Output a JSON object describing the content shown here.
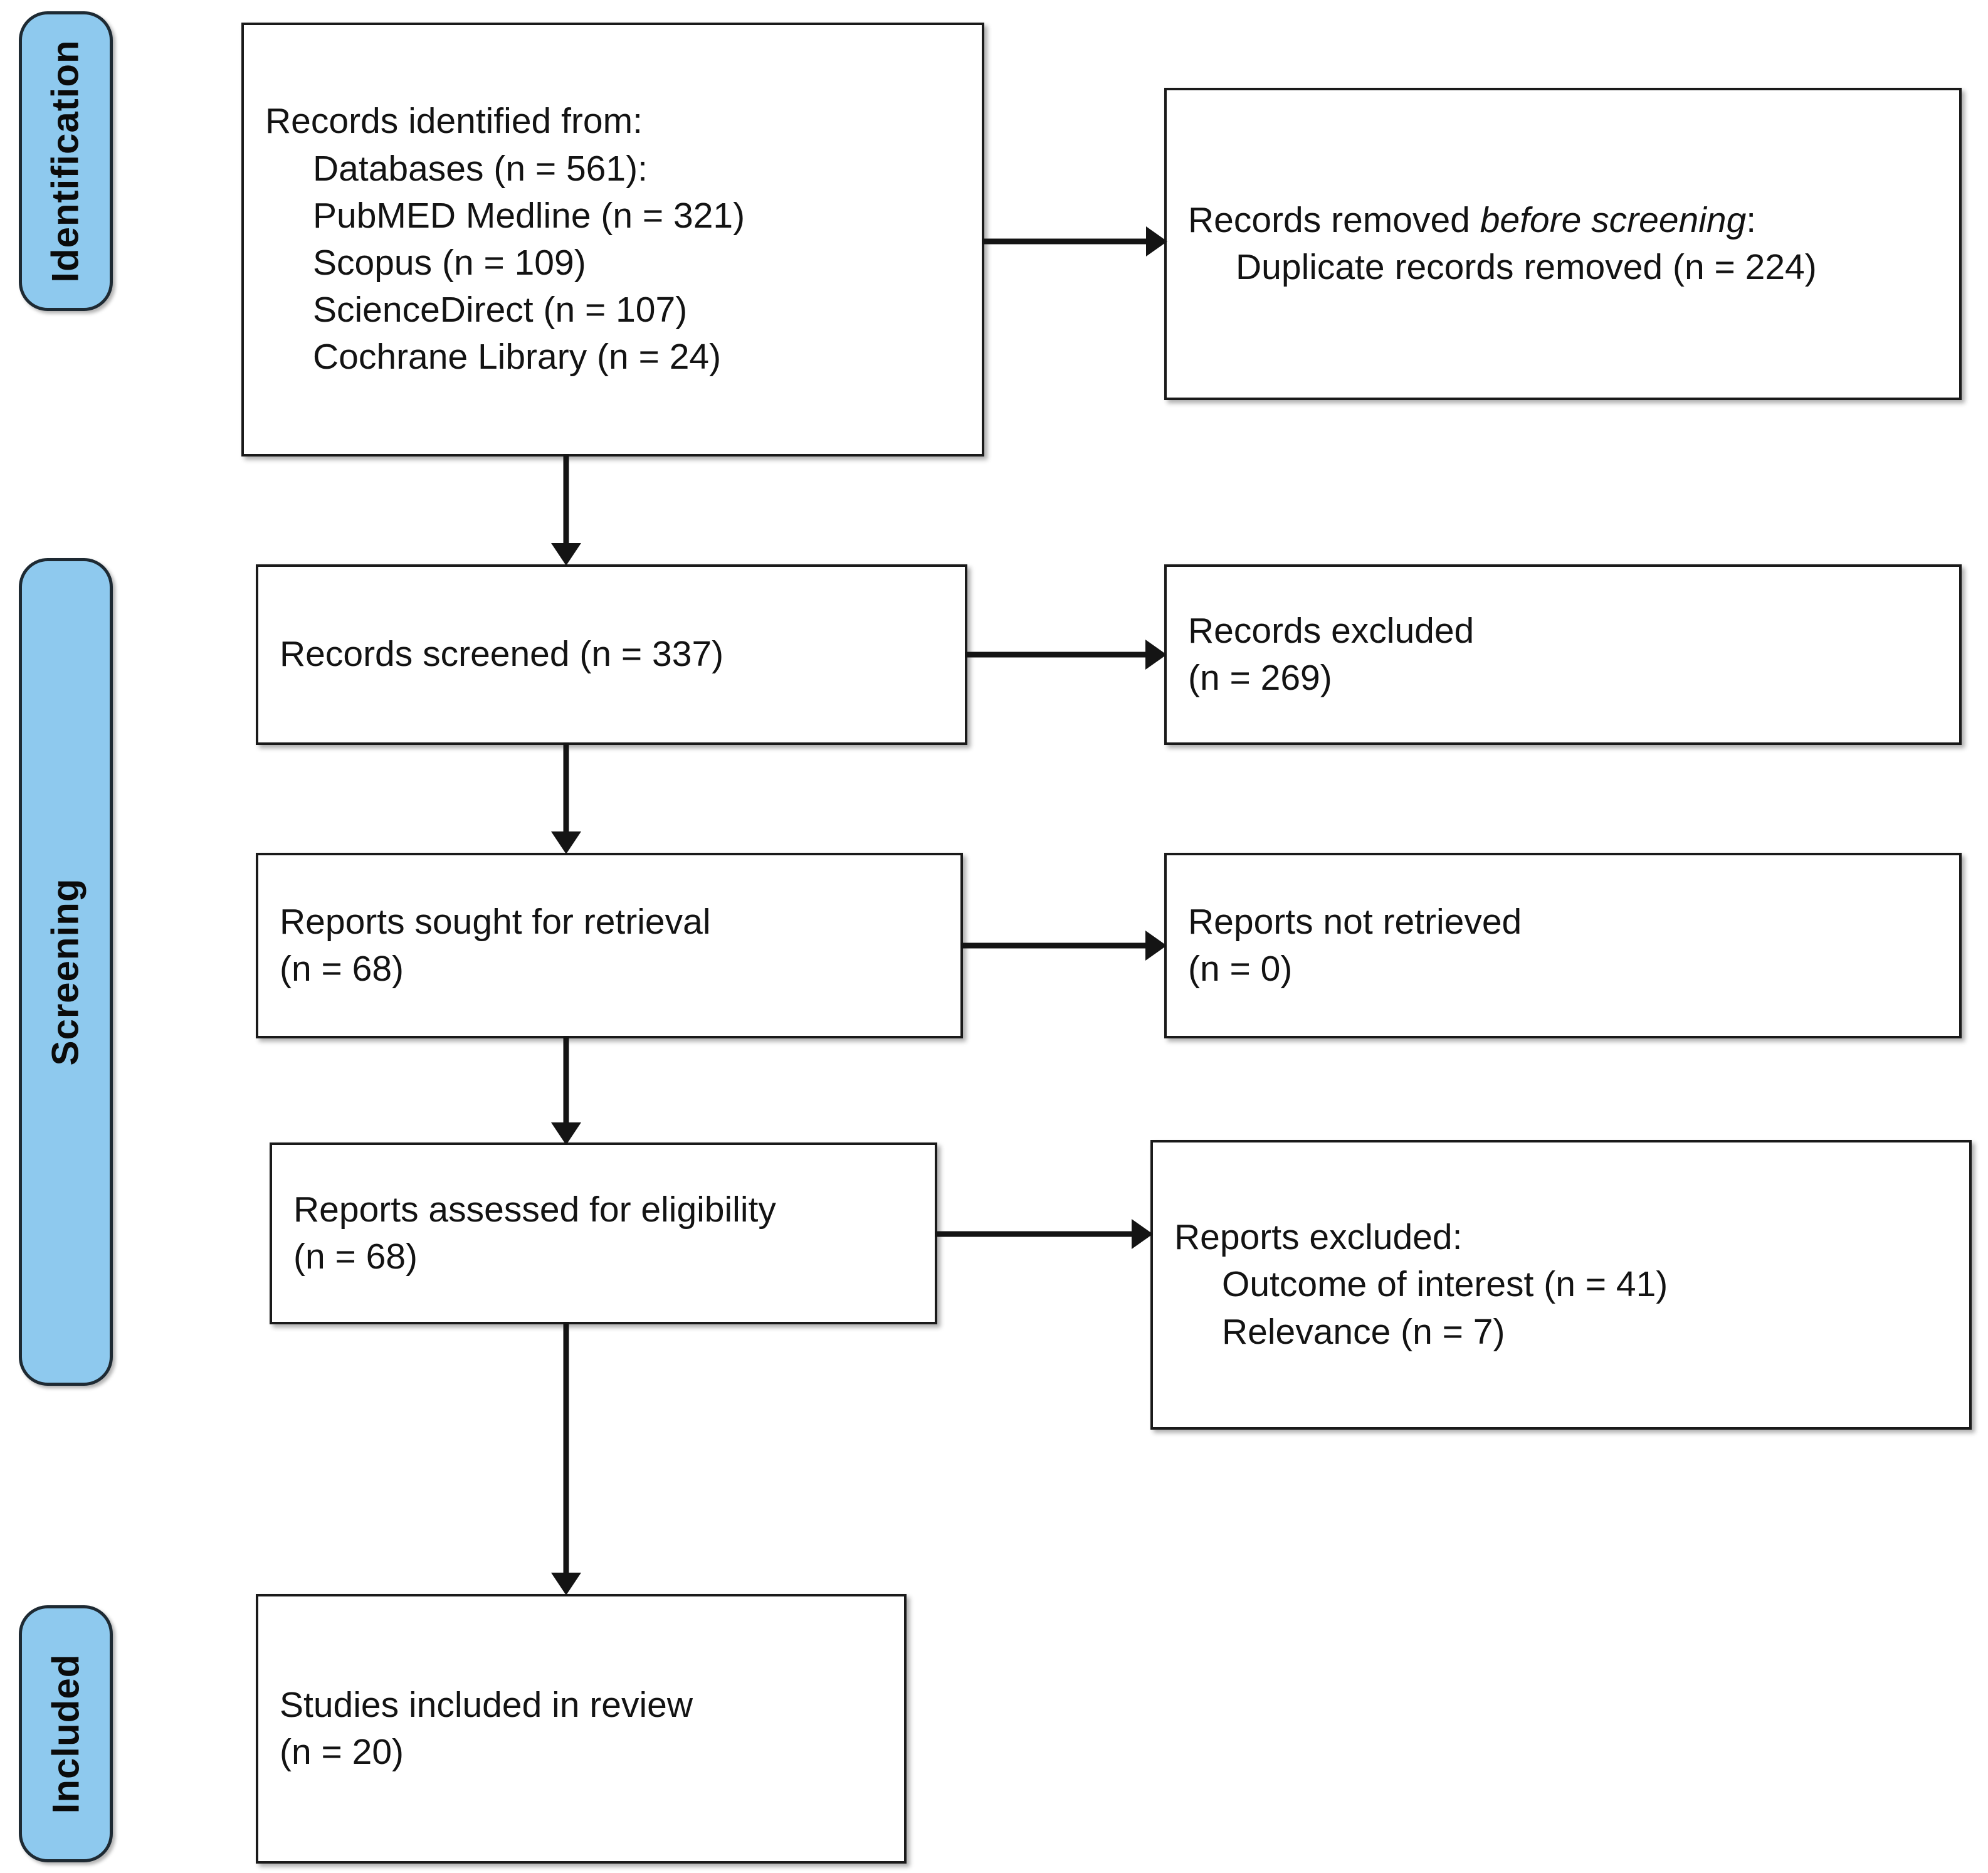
{
  "diagram": {
    "title": "PRISMA 2020 flow diagram",
    "type": "flowchart",
    "accent_color": "#8ec9ee",
    "border_color": "#1a1a1a"
  },
  "phases": [
    {
      "id": "identification",
      "label": "Identification"
    },
    {
      "id": "screening",
      "label": "Screening"
    },
    {
      "id": "included",
      "label": "Included"
    }
  ],
  "boxes": {
    "records_identified": {
      "lines": [
        {
          "text": "Records identified from:",
          "indent": false
        },
        {
          "text": "Databases (n = 561):",
          "indent": true
        },
        {
          "text": "PubMED Medline (n = 321)",
          "indent": true
        },
        {
          "text": "Scopus (n = 109)",
          "indent": true
        },
        {
          "text": "ScienceDirect (n = 107)",
          "indent": true
        },
        {
          "text": "Cochrane Library (n = 24)",
          "indent": true
        }
      ]
    },
    "records_removed": {
      "line1_plain": "Records removed ",
      "line1_italic": "before screening",
      "line1_tail": ":",
      "line2": "Duplicate records removed (n = 224)"
    },
    "records_screened": {
      "lines": [
        {
          "text": "Records screened (n = 337)",
          "indent": false
        }
      ]
    },
    "records_excluded": {
      "lines": [
        {
          "text": "Records excluded",
          "indent": false
        },
        {
          "text": "(n = 269)",
          "indent": false
        }
      ]
    },
    "reports_sought": {
      "lines": [
        {
          "text": "Reports sought for retrieval",
          "indent": false
        },
        {
          "text": "(n = 68)",
          "indent": false
        }
      ]
    },
    "reports_not_retrieved": {
      "lines": [
        {
          "text": "Reports not retrieved",
          "indent": false
        },
        {
          "text": "(n = 0)",
          "indent": false
        }
      ]
    },
    "reports_assessed": {
      "lines": [
        {
          "text": "Reports assessed for eligibility",
          "indent": false
        },
        {
          "text": "(n = 68)",
          "indent": false
        }
      ]
    },
    "reports_excluded": {
      "lines": [
        {
          "text": "Reports excluded:",
          "indent": false
        },
        {
          "text": "Outcome of interest (n = 41)",
          "indent": true
        },
        {
          "text": "Relevance (n = 7)",
          "indent": true
        }
      ]
    },
    "studies_included": {
      "lines": [
        {
          "text": "Studies included in review",
          "indent": false
        },
        {
          "text": "(n = 20)",
          "indent": false
        }
      ]
    }
  },
  "counts": {
    "databases_total": 561,
    "pubmed_medline": 321,
    "scopus": 109,
    "sciencedirect": 107,
    "cochrane_library": 24,
    "duplicates_removed": 224,
    "records_screened": 337,
    "records_excluded": 269,
    "reports_sought": 68,
    "reports_not_retrieved": 0,
    "reports_assessed": 68,
    "excluded_outcome_of_interest": 41,
    "excluded_relevance": 7,
    "studies_included": 20
  },
  "connectors": [
    {
      "id": "identified-to-removed",
      "direction": "right"
    },
    {
      "id": "identified-to-screened",
      "direction": "down"
    },
    {
      "id": "screened-to-excluded",
      "direction": "right"
    },
    {
      "id": "screened-to-sought",
      "direction": "down"
    },
    {
      "id": "sought-to-not-retrieved",
      "direction": "right"
    },
    {
      "id": "sought-to-assessed",
      "direction": "down"
    },
    {
      "id": "assessed-to-excluded",
      "direction": "right"
    },
    {
      "id": "assessed-to-included",
      "direction": "down"
    }
  ]
}
